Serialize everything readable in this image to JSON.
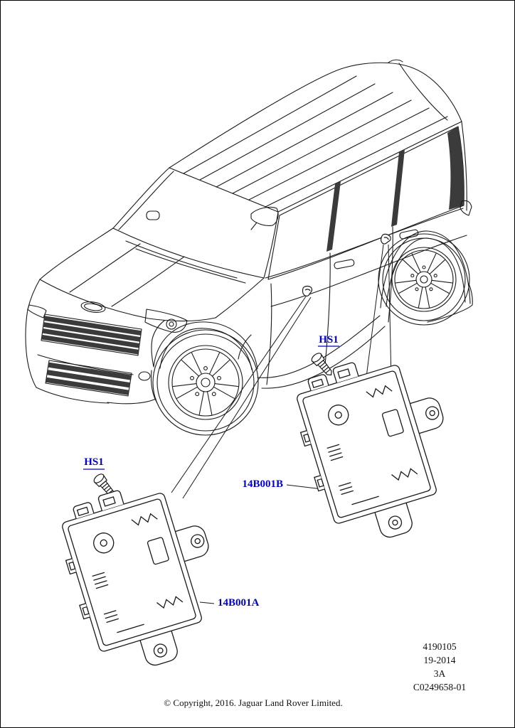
{
  "callouts": {
    "hs1_upper": "HS1",
    "hs1_lower": "HS1",
    "part_b": "14B001B",
    "part_a": "14B001A"
  },
  "plate": {
    "lines": [
      "4190105",
      "19-2014",
      "3A",
      "C0249658-01"
    ]
  },
  "footer": {
    "copyright": "© Copyright, 2016. Jaguar Land Rover Limited."
  },
  "colors": {
    "callout_blue": "#0000cc",
    "line_art": "#1a1a1a",
    "shading": "#3b3b3b"
  }
}
